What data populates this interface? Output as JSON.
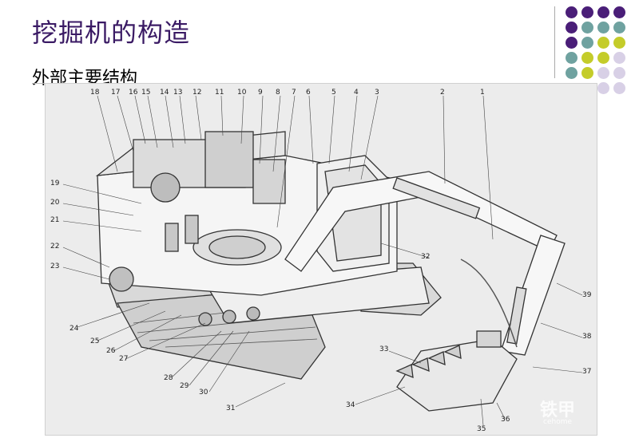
{
  "slide": {
    "title": "挖掘机的构造",
    "subtitle": "外部主要结构"
  },
  "decor": {
    "accent_purple": "#4a1e78",
    "accent_teal": "#6fa2a0",
    "accent_lime": "#c4cc2a",
    "accent_lavender": "#d8d0e6",
    "title_color": "#3a1a64"
  },
  "figure": {
    "callouts": [
      "1",
      "2",
      "3",
      "4",
      "5",
      "6",
      "7",
      "8",
      "9",
      "10",
      "11",
      "12",
      "13",
      "14",
      "15",
      "16",
      "17",
      "18",
      "19",
      "20",
      "21",
      "22",
      "23",
      "24",
      "25",
      "26",
      "27",
      "28",
      "29",
      "30",
      "31",
      "32",
      "33",
      "34",
      "35",
      "36",
      "37",
      "38",
      "39"
    ]
  },
  "watermark": {
    "brand": "铁甲",
    "site": "cehome"
  }
}
